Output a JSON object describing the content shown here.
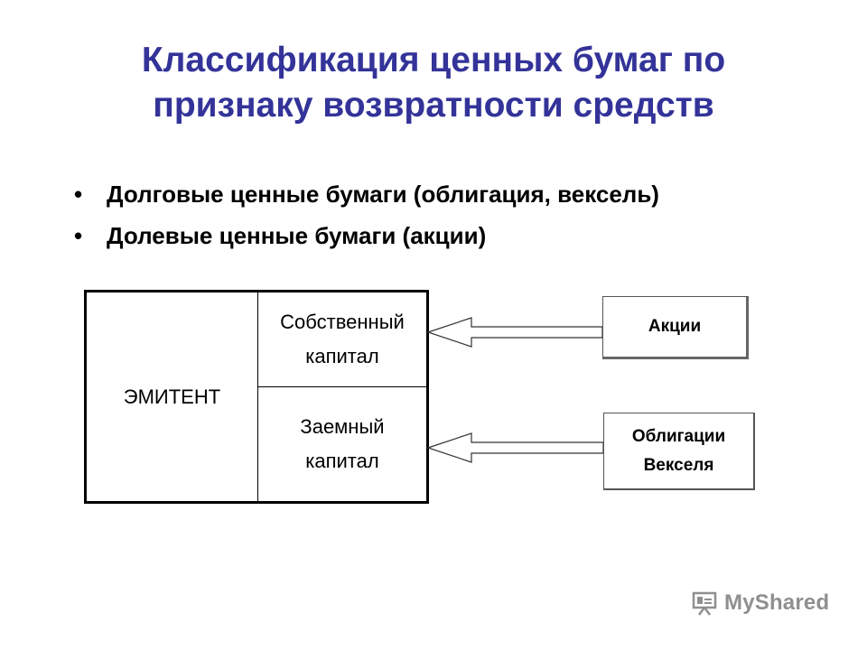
{
  "slide": {
    "title_lines": [
      "Классификация ценных бумаг по",
      "признаку возвратности средств"
    ],
    "bullets": [
      "Долговые ценные бумаги (облигация, вексель)",
      "Долевые ценные бумаги (акции)"
    ],
    "bullet_symbol": "•",
    "title_color": "#333399"
  },
  "diagram": {
    "emitter_label": "ЭМИТЕНТ",
    "own_capital": [
      "Собственный",
      "капитал"
    ],
    "loan_capital": [
      "Заемный",
      "капитал"
    ],
    "shares_label": "Акции",
    "bonds_labels": [
      "Облигации",
      "Векселя"
    ]
  },
  "watermark": {
    "text": "MyShared",
    "icon": "presentation-board-icon"
  }
}
